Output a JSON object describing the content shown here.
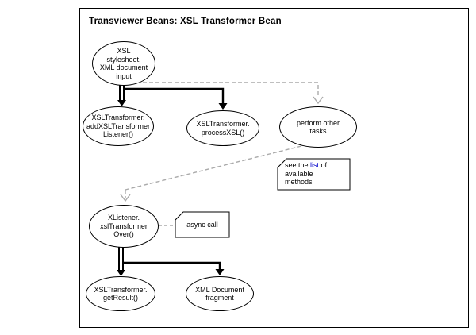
{
  "diagram": {
    "title": "Transviewer Beans: XSL Transformer Bean",
    "nodes": {
      "input": {
        "label": "XSL\nstylesheet,\nXML document\ninput"
      },
      "add_listener": {
        "label": "XSLTransformer.\naddXSLTransformer\nListener()"
      },
      "process_xsl": {
        "label": "XSLTransformer.\nprocessXSL()"
      },
      "perform_other": {
        "label": "perform other\ntasks"
      },
      "xsl_transformer_over": {
        "label": "XListener.\nxslTransformer\nOver()"
      },
      "get_result": {
        "label": "XSLTransformer.\ngetResult()"
      },
      "xml_fragment": {
        "label": "XML Document\nfragment"
      }
    },
    "notes": {
      "methods": {
        "pre": "see the ",
        "link": "list",
        "post": " of\navailable\nmethods"
      },
      "async": {
        "label": "async call"
      }
    },
    "colors": {
      "solid_line": "#000000",
      "dashed_line": "#aaaaaa",
      "link": "#0000cc",
      "background": "#ffffff"
    }
  }
}
